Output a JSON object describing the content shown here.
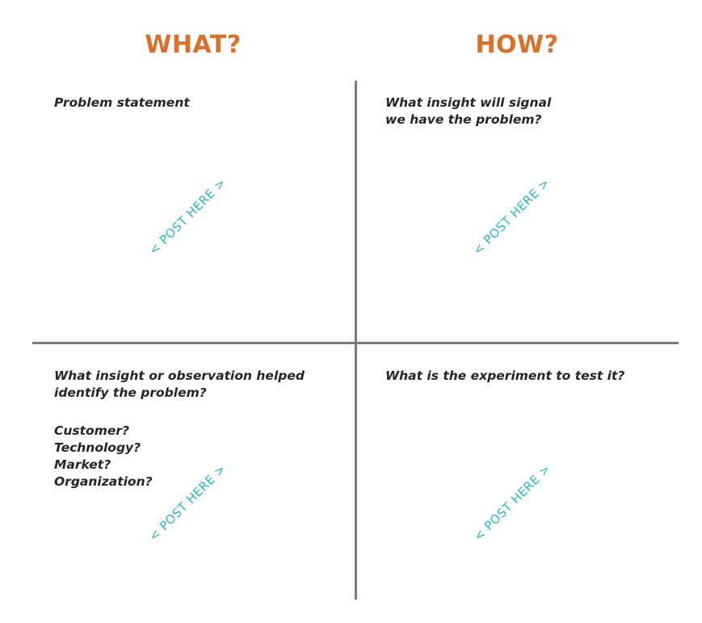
{
  "colors": {
    "heading": "#D9712C",
    "post_here": "#2BB5C4",
    "divider": "#7A7A7A",
    "text": "#262626"
  },
  "headings": {
    "what": "WHAT?",
    "how": "HOW?"
  },
  "quadrants": {
    "top_left": {
      "prompt": "Problem statement",
      "post_label": "< POST HERE >"
    },
    "top_right": {
      "prompt": "What insight will signal\nwe have the problem?",
      "post_label": "< POST HERE >"
    },
    "bottom_left": {
      "prompt": "What insight or observation helped\nidentify the problem?",
      "sub_items": [
        "Customer?",
        "Technology?",
        "Market?",
        "Organization?"
      ],
      "post_label": "< POST HERE >"
    },
    "bottom_right": {
      "prompt": "What is the experiment to test it?",
      "post_label": "< POST HERE >"
    }
  }
}
